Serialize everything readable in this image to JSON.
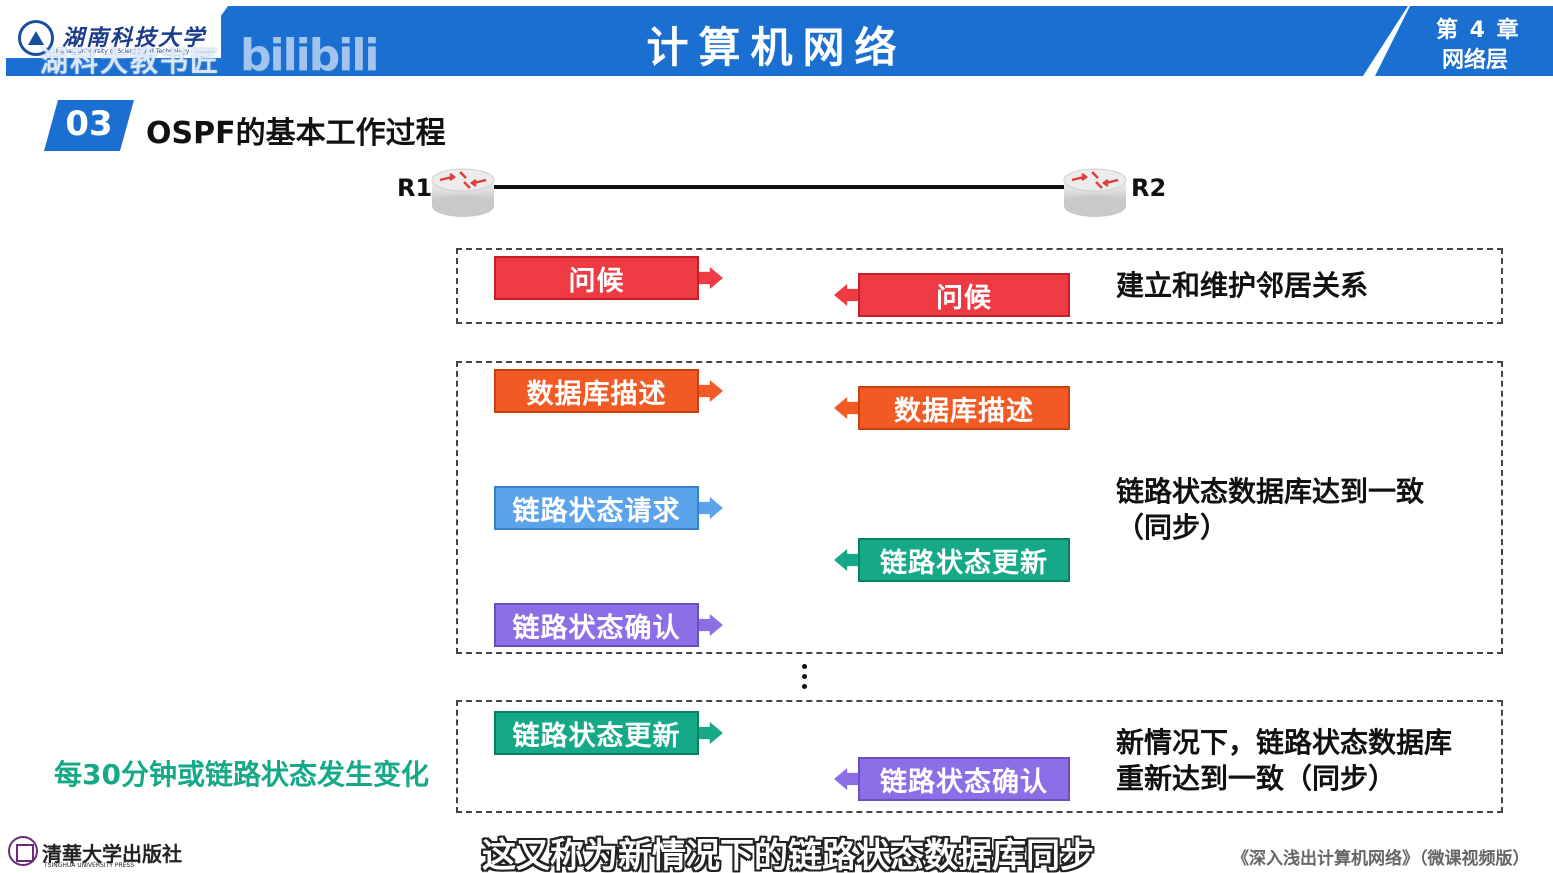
{
  "header": {
    "university_name": "湖南科技大学",
    "university_subtitle": "Hunan University of Science and Technology",
    "watermark": "湖科大教书匠",
    "platform_watermark": "bilibili",
    "course_title": "计算机网络",
    "chapter_number": "第 4 章",
    "chapter_name": "网络层"
  },
  "section": {
    "number": "03",
    "title": "OSPF的基本工作过程"
  },
  "routers": {
    "r1_label": "R1",
    "r2_label": "R2"
  },
  "boxes": {
    "neighbor": {
      "description": "建立和维护邻居关系",
      "packets": [
        {
          "label": "问候",
          "direction": "right",
          "color": "#ee3b43"
        },
        {
          "label": "问候",
          "direction": "left",
          "color": "#ee3b43"
        }
      ]
    },
    "sync": {
      "description_line1": "链路状态数据库达到一致",
      "description_line2": "（同步）",
      "packets": [
        {
          "label": "数据库描述",
          "direction": "right",
          "color": "#f15a24"
        },
        {
          "label": "数据库描述",
          "direction": "left",
          "color": "#f15a24"
        },
        {
          "label": "链路状态请求",
          "direction": "right",
          "color": "#5ba3ea"
        },
        {
          "label": "链路状态更新",
          "direction": "left",
          "color": "#16a988"
        },
        {
          "label": "链路状态确认",
          "direction": "right",
          "color": "#8c6fe6"
        }
      ]
    },
    "update": {
      "description_line1": "新情况下，链路状态数据库",
      "description_line2": "重新达到一致（同步）",
      "packets": [
        {
          "label": "链路状态更新",
          "direction": "right",
          "color": "#16a988"
        },
        {
          "label": "链路状态确认",
          "direction": "left",
          "color": "#8c6fe6"
        }
      ]
    }
  },
  "trigger_text": "每30分钟或链路状态发生变化",
  "footer": {
    "publisher": "清華大学出版社",
    "publisher_sub": "TSINGHUA UNIVERSITY PRESS",
    "video_subtitle": "这又称为新情况下的链路状态数据库同步",
    "book_title": "《深入浅出计算机网络》（微课视频版）"
  }
}
